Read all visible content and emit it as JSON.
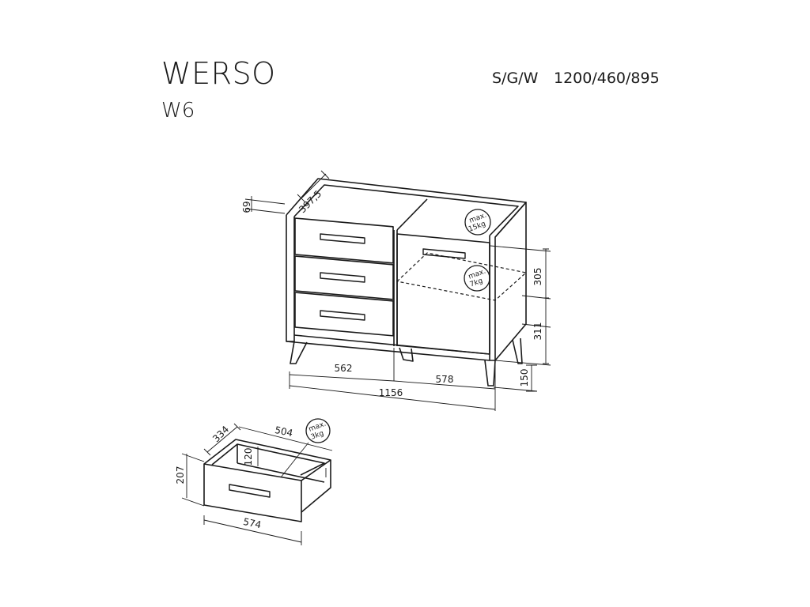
{
  "header": {
    "series_name": "WERSO",
    "model": "W6",
    "variant_code": "S/G/W",
    "overall_dimensions": "1200/460/895"
  },
  "dresser": {
    "dimensions": {
      "top_thickness": "69",
      "depth": "397,5",
      "left_section_width": "562",
      "right_section_width": "578",
      "body_width": "1156",
      "door_upper_height": "305",
      "door_lower_height": "311",
      "leg_height": "150"
    },
    "load_labels": {
      "top": [
        "max.",
        "15kg"
      ],
      "shelf": [
        "max.",
        "7kg"
      ]
    }
  },
  "drawer": {
    "dimensions": {
      "side_depth": "334",
      "inner_width": "504",
      "inner_height": "120",
      "front_height": "207",
      "front_width": "574"
    },
    "load_label": [
      "max.",
      "3kg"
    ]
  }
}
